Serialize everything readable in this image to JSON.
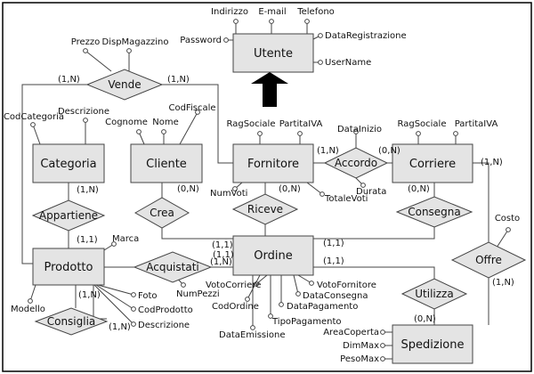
{
  "entities": {
    "utente": "Utente",
    "categoria": "Categoria",
    "cliente": "Cliente",
    "fornitore": "Fornitore",
    "corriere": "Corriere",
    "ordine": "Ordine",
    "prodotto": "Prodotto",
    "spedizione": "Spedizione"
  },
  "relationships": {
    "vende": "Vende",
    "accordo": "Accordo",
    "appartiene": "Appartiene",
    "crea": "Crea",
    "riceve": "Riceve",
    "consegna": "Consegna",
    "acquistati": "Acquistati",
    "consiglia": "Consiglia",
    "utilizza": "Utilizza",
    "offre": "Offre"
  },
  "attributes": {
    "indirizzo": "Indirizzo",
    "email": "E-mail",
    "telefono": "Telefono",
    "password": "Password",
    "data_registrazione": "DataRegistrazione",
    "username": "UserName",
    "prezzo": "Prezzo",
    "disp_magazzino": "DispMagazzino",
    "cod_categoria": "CodCategoria",
    "descrizione_cat": "Descrizione",
    "cognome": "Cognome",
    "nome": "Nome",
    "cod_fiscale": "CodFiscale",
    "rag_sociale_f": "RagSociale",
    "partita_iva_f": "PartitaIVA",
    "data_inizio": "DataInizio",
    "rag_sociale_c": "RagSociale",
    "partita_iva_c": "PartitaIVA",
    "num_voti": "NumVoti",
    "totale_voti": "TotaleVoti",
    "durata": "Durata",
    "costo": "Costo",
    "marca": "Marca",
    "num_pezzi": "NumPezzi",
    "voto_corriere": "VotoCorriere",
    "voto_fornitore": "VotoFornitore",
    "data_consegna": "DataConsegna",
    "cod_ordine": "CodOrdine",
    "data_pagamento": "DataPagamento",
    "tipo_pagamento": "TipoPagamento",
    "data_emissione": "DataEmissione",
    "modello": "Modello",
    "foto": "Foto",
    "cod_prodotto": "CodProdotto",
    "descrizione_prod": "Descrizione",
    "area_coperta": "AreaCoperta",
    "dim_max": "DimMax",
    "peso_max": "PesoMax"
  },
  "cardinalities": {
    "vende_prodotto": "(1,N)",
    "vende_fornitore": "(1,N)",
    "accordo_fornitore": "(1,N)",
    "accordo_corriere": "(0,N)",
    "offre_corriere": "(1,N)",
    "appartiene_categoria": "(1,N)",
    "appartiene_prodotto": "(1,1)",
    "crea_cliente": "(0,N)",
    "riceve_fornitore": "(0,N)",
    "consegna_corriere": "(0,N)",
    "crea_ordine": "(1,1)",
    "acquistati_ordine": "(1,N)",
    "riceve_ordine": "(1,1)",
    "consegna_ordine": "(1,1)",
    "utilizza_ordine": "(1,1)",
    "utilizza_spedizione": "(0,N)",
    "offre_spedizione": "(1,N)",
    "consiglia_top": "(1,N)",
    "consiglia_bottom": "(1,N)"
  }
}
